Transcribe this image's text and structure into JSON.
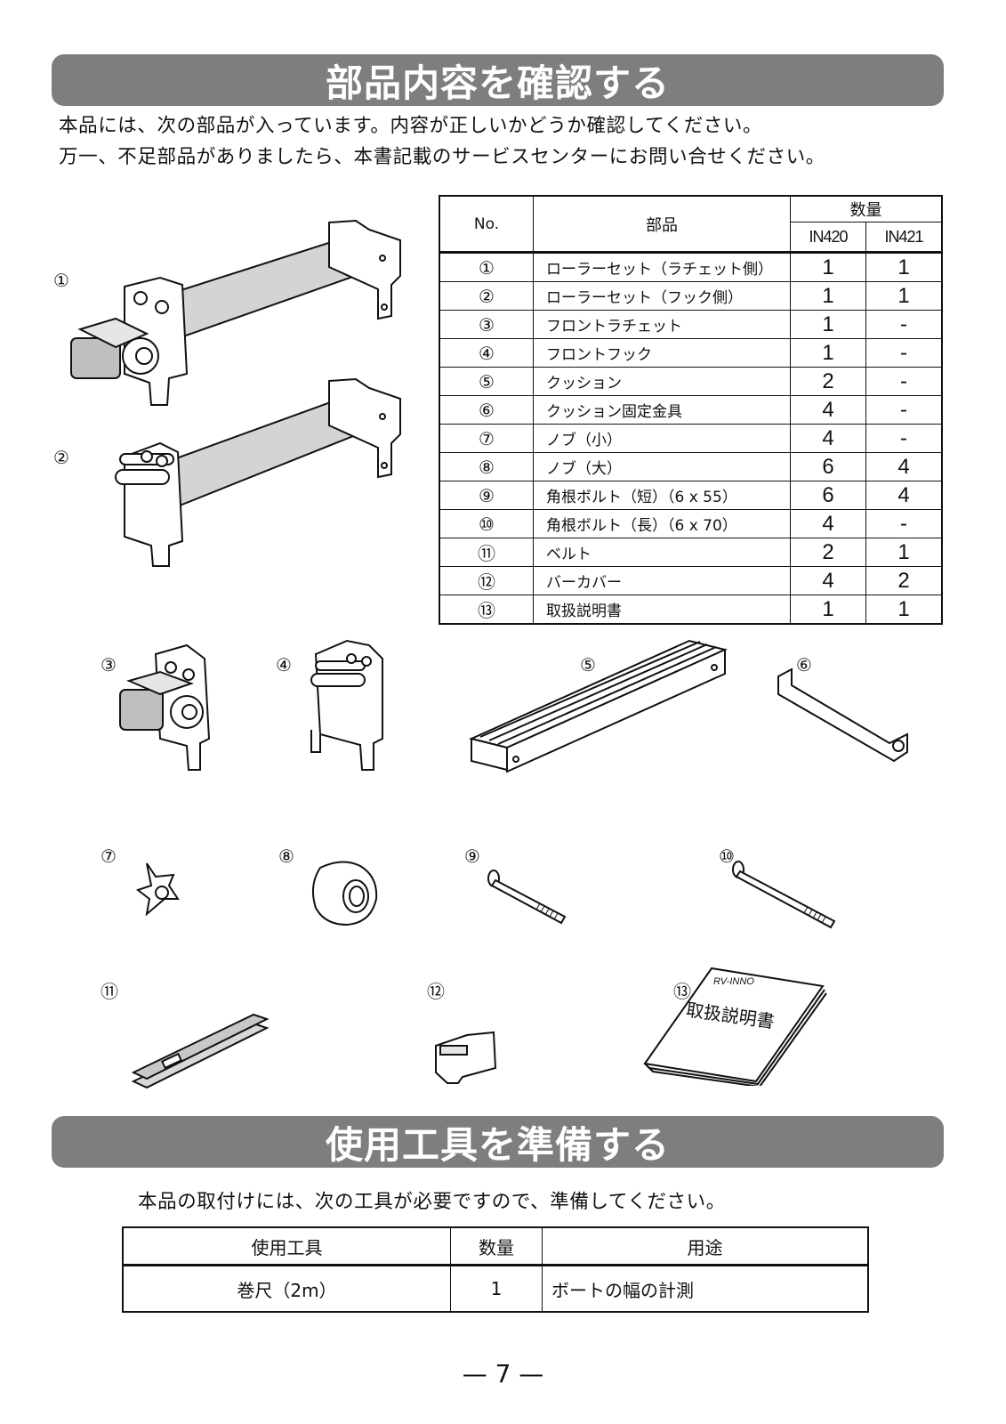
{
  "section1": {
    "title": "部品内容を確認する",
    "intro_line1": "本品には、次の部品が入っています。内容が正しいかどうか確認してください。",
    "intro_line2": "万一、不足部品がありましたら、本書記載のサービスセンターにお問い合せください。"
  },
  "parts_table": {
    "headers": {
      "no": "No.",
      "part": "部品",
      "qty": "数量",
      "model_a": "IN420",
      "model_b": "IN421"
    },
    "rows": [
      {
        "no": "①",
        "name": "ローラーセット（ラチェット側）",
        "a": "1",
        "b": "1"
      },
      {
        "no": "②",
        "name": "ローラーセット（フック側）",
        "a": "1",
        "b": "1"
      },
      {
        "no": "③",
        "name": "フロントラチェット",
        "a": "1",
        "b": "-"
      },
      {
        "no": "④",
        "name": "フロントフック",
        "a": "1",
        "b": "-"
      },
      {
        "no": "⑤",
        "name": "クッション",
        "a": "2",
        "b": "-"
      },
      {
        "no": "⑥",
        "name": "クッション固定金具",
        "a": "4",
        "b": "-"
      },
      {
        "no": "⑦",
        "name": "ノブ（小）",
        "a": "4",
        "b": "-"
      },
      {
        "no": "⑧",
        "name": "ノブ（大）",
        "a": "6",
        "b": "4"
      },
      {
        "no": "⑨",
        "name": "角根ボルト（短）（6 x 55）",
        "a": "6",
        "b": "4"
      },
      {
        "no": "⑩",
        "name": "角根ボルト（長）（6 x 70）",
        "a": "4",
        "b": "-"
      },
      {
        "no": "⑪",
        "name": "ベルト",
        "a": "2",
        "b": "1"
      },
      {
        "no": "⑫",
        "name": "バーカバー",
        "a": "4",
        "b": "2"
      },
      {
        "no": "⑬",
        "name": "取扱説明書",
        "a": "1",
        "b": "1"
      }
    ]
  },
  "illustrations": {
    "labels": [
      "①",
      "②",
      "③",
      "④",
      "⑤",
      "⑥",
      "⑦",
      "⑧",
      "⑨",
      "⑩",
      "⑪",
      "⑫",
      "⑬"
    ],
    "manual_brand": "RV-INNO",
    "manual_title": "取扱説明書"
  },
  "section2": {
    "title": "使用工具を準備する",
    "intro": "本品の取付けには、次の工具が必要ですので、準備してください。"
  },
  "tools_table": {
    "headers": {
      "tool": "使用工具",
      "qty": "数量",
      "use": "用途"
    },
    "rows": [
      {
        "tool": "巻尺（2m）",
        "qty": "1",
        "use": "ボートの幅の計測"
      }
    ]
  },
  "footer": {
    "page": "— 7 —"
  },
  "colors": {
    "banner": "#7d7e80",
    "roller": "#d4d4d4"
  }
}
